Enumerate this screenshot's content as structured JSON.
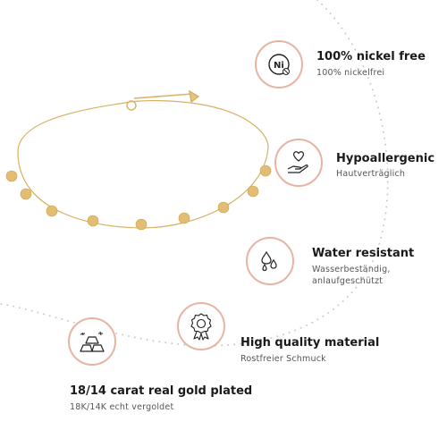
{
  "features": [
    {
      "title": "100% nickel free",
      "subtitle": "100% nickelfrei",
      "icon": "nickel-free-icon"
    },
    {
      "title": "Hypoallergenic",
      "subtitle": "Hautverträglich",
      "icon": "hand-heart-icon"
    },
    {
      "title": "Water resistant",
      "subtitle_line1": "Wasserbeständig,",
      "subtitle_line2": "anlaufgeschützt",
      "icon": "water-drops-icon"
    },
    {
      "title": "High quality material",
      "subtitle": "Rostfreier Schmuck",
      "icon": "award-ribbon-icon"
    },
    {
      "title": "18/14 carat real gold plated",
      "subtitle": "18K/14K echt vergoldet",
      "icon": "gold-bars-icon"
    }
  ],
  "badge_icon_text": "Ni",
  "colors": {
    "accent": "#e8b3a3",
    "gold": "#d8b063",
    "dots": "#c9c9c9"
  }
}
